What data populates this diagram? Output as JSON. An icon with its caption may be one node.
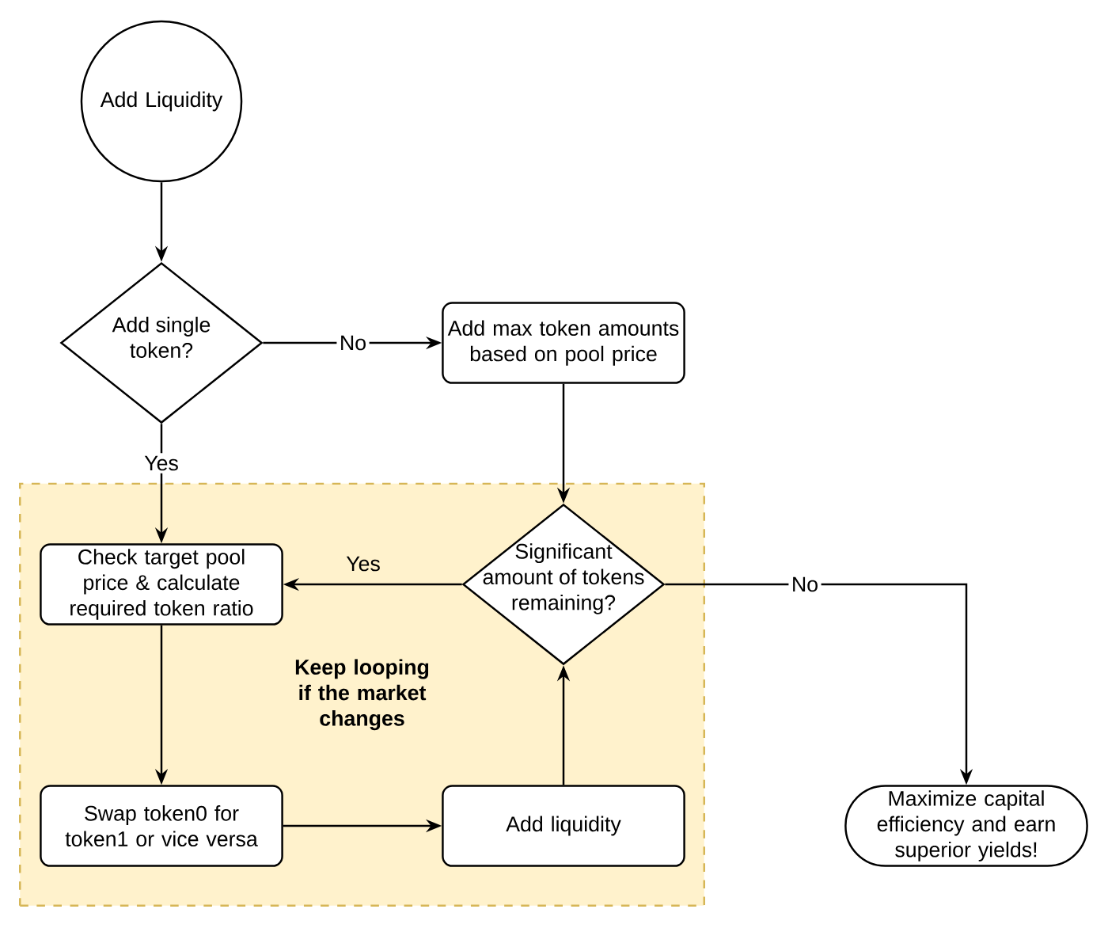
{
  "diagram": {
    "nodes": [
      {
        "text": [
          "Add Liquidity"
        ]
      },
      {
        "text": [
          "Add single token?"
        ]
      },
      {
        "text": [
          "Add max token amounts based on pool price"
        ]
      },
      {
        "text": [
          "Keep looping if the market changes"
        ]
      },
      {
        "text": [
          "Significant amount of tokens remaining?"
        ],
        "in": 3
      },
      {
        "text": [
          "Check target pool price & calculate required token ratio"
        ],
        "in": 3
      },
      {
        "text": [
          "Swap token0 for token1 or vice versa"
        ],
        "in": 3
      },
      {
        "text": [
          "Add liquidity"
        ],
        "in": 3
      },
      {
        "text": [
          "Maximize capital efficiency and earn superior yields!"
        ]
      }
    ],
    "edges": [
      {
        "from": 0,
        "to": 1,
        "arrow": "to"
      },
      {
        "from": 1,
        "to": 2,
        "arrow": "to",
        "label": "No"
      },
      {
        "from": 1,
        "to": 5,
        "arrow": "to",
        "label": "Yes"
      },
      {
        "from": 2,
        "to": 4,
        "arrow": "to"
      },
      {
        "from": 4,
        "to": 5,
        "arrow": "to",
        "label": "Yes"
      },
      {
        "from": 4,
        "to": 8,
        "arrow": "to",
        "label": "No"
      },
      {
        "from": 5,
        "to": 6,
        "arrow": "to"
      },
      {
        "from": 6,
        "to": 7,
        "arrow": "to"
      },
      {
        "from": 7,
        "to": 4,
        "arrow": "to"
      }
    ]
  }
}
